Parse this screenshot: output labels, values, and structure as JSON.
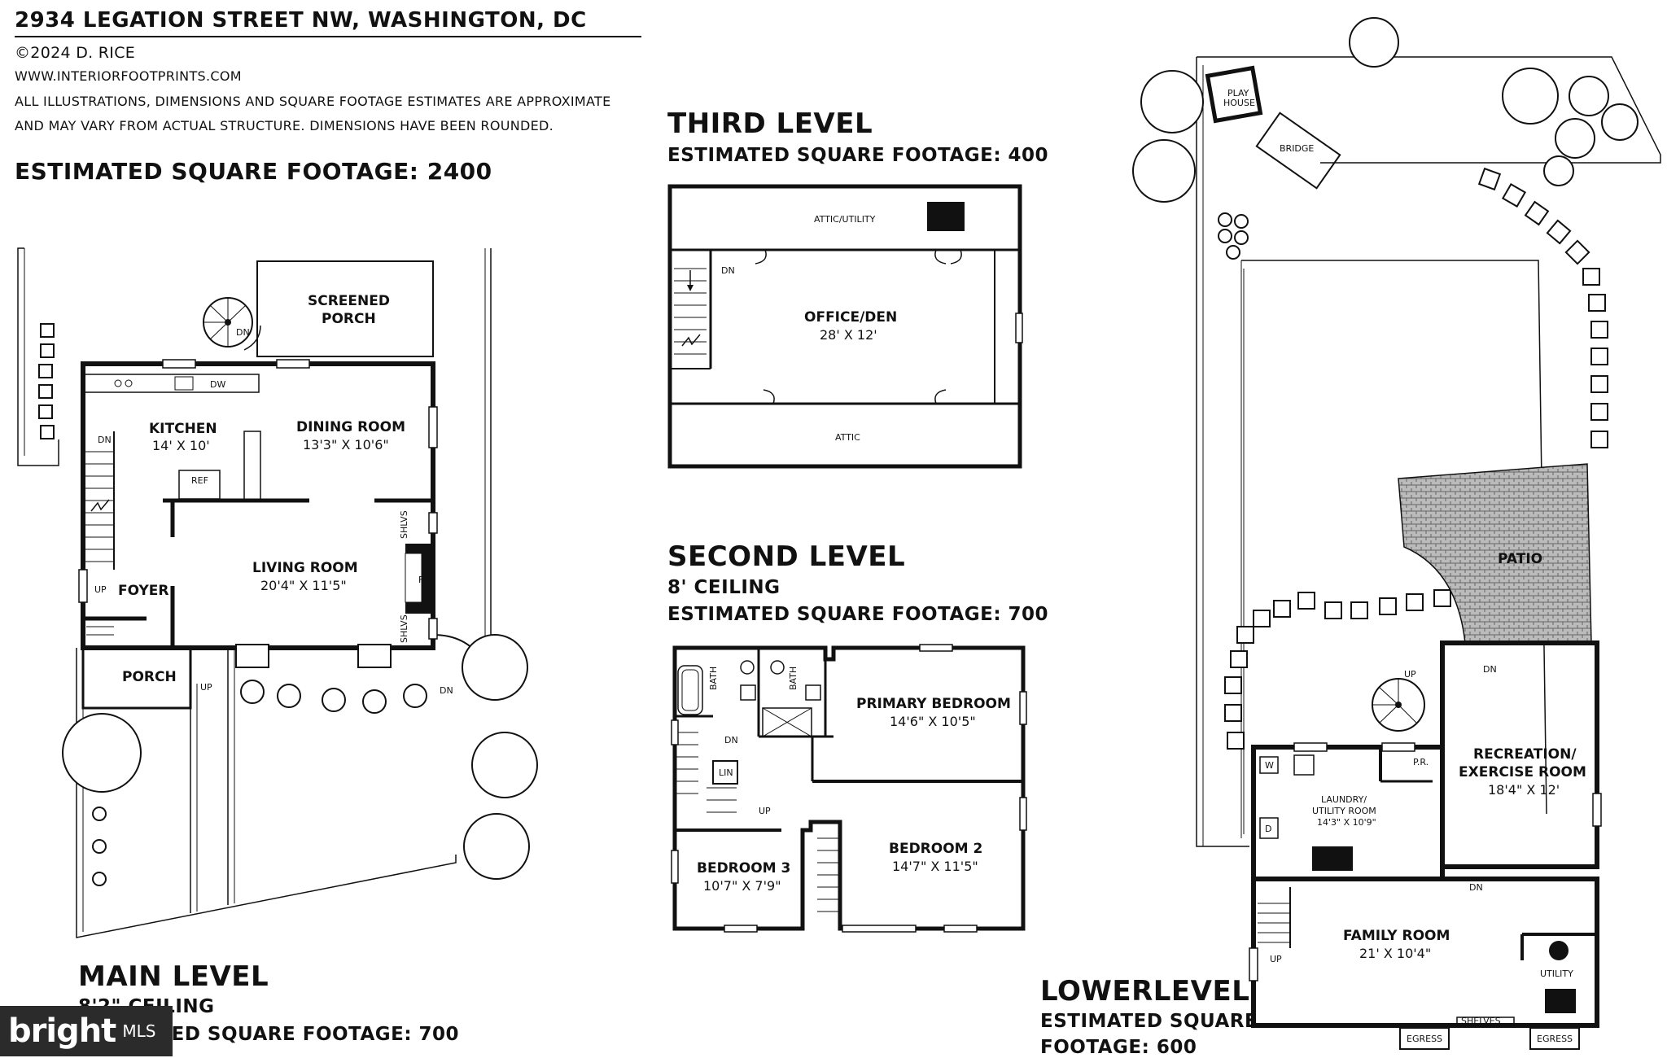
{
  "header": {
    "address": "2934 LEGATION STREET NW, WASHINGTON, DC",
    "copyright": "©2024 D. RICE",
    "website": "WWW.INTERIORFOOTPRINTS.COM",
    "disclaimer_1": "ALL ILLUSTRATIONS, DIMENSIONS AND SQUARE FOOTAGE ESTIMATES ARE APPROXIMATE",
    "disclaimer_2": "AND MAY VARY FROM ACTUAL STRUCTURE. DIMENSIONS HAVE BEEN ROUNDED.",
    "total_sqft": "ESTIMATED SQUARE FOOTAGE: 2400"
  },
  "third_level": {
    "title": "THIRD LEVEL",
    "sqft": "ESTIMATED SQUARE FOOTAGE: 400",
    "rooms": {
      "attic_utility": "ATTIC/UTILITY",
      "office_name": "OFFICE/DEN",
      "office_dim": "28' X 12'",
      "attic": "ATTIC",
      "dn": "DN"
    }
  },
  "second_level": {
    "title": "SECOND LEVEL",
    "ceiling": "8' CEILING",
    "sqft": "ESTIMATED SQUARE FOOTAGE: 700",
    "rooms": {
      "bath": "BATH",
      "primary_name": "PRIMARY BEDROOM",
      "primary_dim": "14'6\" X 10'5\"",
      "lin": "LIN",
      "dn": "DN",
      "up": "UP",
      "bed3_name": "BEDROOM 3",
      "bed3_dim": "10'7\" X 7'9\"",
      "bed2_name": "BEDROOM 2",
      "bed2_dim": "14'7\" X 11'5\""
    }
  },
  "main_level": {
    "title": "MAIN LEVEL",
    "ceiling": "8'2\" CEILING",
    "sqft": "ESTIMATED SQUARE FOOTAGE:  700",
    "rooms": {
      "screened_1": "SCREENED",
      "screened_2": "PORCH",
      "kitchen_name": "KITCHEN",
      "kitchen_dim": "14' X 10'",
      "dining_name": "DINING ROOM",
      "dining_dim": "13'3\" X 10'6\"",
      "living_name": "LIVING ROOM",
      "living_dim": "20'4\" X 11'5\"",
      "foyer": "FOYER",
      "porch": "PORCH",
      "ref": "REF",
      "dw": "DW",
      "fp": "FP",
      "shlvs": "SHLVS",
      "dn": "DN",
      "up": "UP"
    }
  },
  "lower_level": {
    "title": "LOWERLEVEL",
    "sqft_1": "ESTIMATED SQUARE",
    "sqft_2": "FOOTAGE: 600",
    "rooms": {
      "play_1": "PLAY",
      "play_2": "HOUSE",
      "bridge": "BRIDGE",
      "patio": "PATIO",
      "rec_1": "RECREATION/",
      "rec_2": "EXERCISE ROOM",
      "rec_dim": "18'4\" X 12'",
      "laundry_1": "LAUNDRY/",
      "laundry_2": "UTILITY ROOM",
      "laundry_dim": "14'3\" X 10'9\"",
      "pr": "P.R.",
      "w": "W",
      "d": "D",
      "family_name": "FAMILY ROOM",
      "family_dim": "21' X 10'4\"",
      "utility": "UTILITY",
      "shelves": "SHELVES",
      "egress": "EGRESS",
      "dn": "DN",
      "up": "UP"
    }
  },
  "watermark": {
    "brand": "bright",
    "suffix": "MLS"
  }
}
